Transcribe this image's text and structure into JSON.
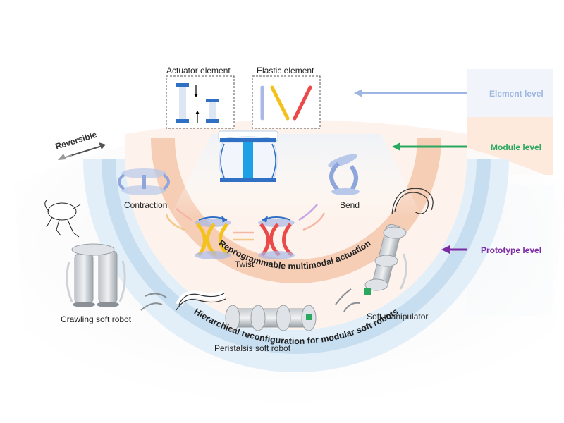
{
  "actuator_title": "Actuator element",
  "elastic_title": "Elastic element",
  "reversible": "Reversible",
  "arc_inner": "Reprogrammable multimodal actuation",
  "arc_outer": "Hierarchical reconfiguration for modular soft robots",
  "modes": {
    "contraction": "Contraction",
    "bend": "Bend",
    "twist": "Twist"
  },
  "robots": {
    "crawling": "Crawling soft robot",
    "peristalsis": "Peristalsis soft robot",
    "manipulator": "Soft manipulator"
  },
  "levels": {
    "element": "Element level",
    "module": "Module level",
    "prototype": "Prototype level"
  },
  "colors": {
    "element": "#9db7e2",
    "module": "#2aa860",
    "prototype": "#7d2aa5",
    "actuator_blue": "#2f6fc4",
    "elastic_yellow": "#f3c21c",
    "elastic_red": "#ea4a4a",
    "elastic_lilac": "#a9b8e6",
    "module_band": "#fbe4d6",
    "prototype_band": "#e6f1f9"
  }
}
